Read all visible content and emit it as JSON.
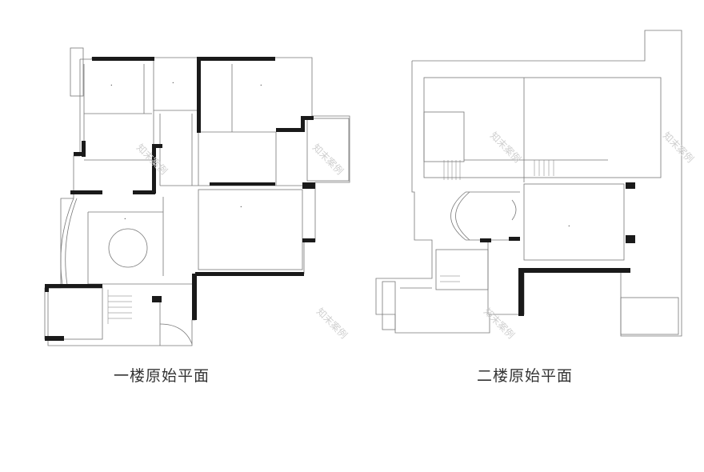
{
  "captions": {
    "floor1": "一楼原始平面",
    "floor2": "二楼原始平面"
  },
  "watermark": "知末案例",
  "colors": {
    "wall": "#1a1a1a",
    "line": "#777777",
    "text": "#333333"
  }
}
